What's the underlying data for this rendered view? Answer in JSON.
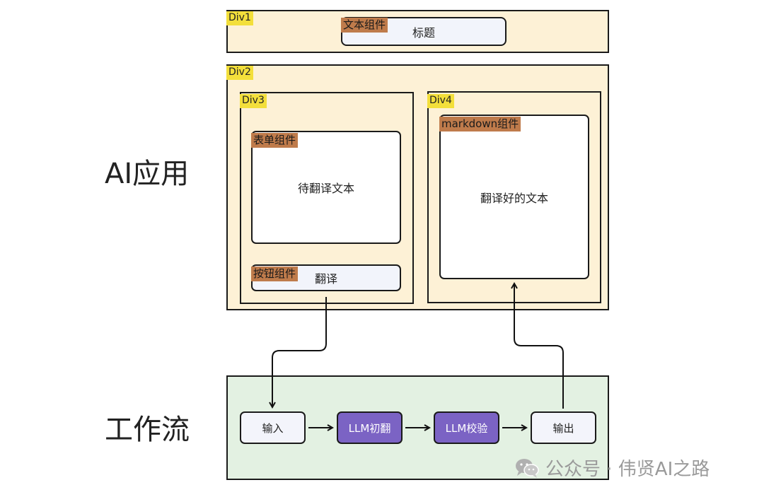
{
  "sections": {
    "app_label": "AI应用",
    "workflow_label": "工作流"
  },
  "div1": {
    "tag": "Div1",
    "text_component_tag": "文本组件",
    "title_text": "标题"
  },
  "div2": {
    "tag": "Div2"
  },
  "div3": {
    "tag": "Div3",
    "form_component_tag": "表单组件",
    "form_text": "待翻译文本",
    "button_component_tag": "按钮组件",
    "button_text": "翻译"
  },
  "div4": {
    "tag": "Div4",
    "markdown_component_tag": "markdown组件",
    "markdown_text": "翻译好的文本"
  },
  "workflow": {
    "nodes": [
      "输入",
      "LLM初翻",
      "LLM校验",
      "输出"
    ]
  },
  "watermark": "公众号 · 伟贤AI之路",
  "colors": {
    "panel_fill": "#fdf1d6",
    "workflow_fill": "#e3f1e2",
    "tag_yellow": "#f3df3b",
    "tag_brown": "#bf7b4b",
    "node_purple": "#7b63c4"
  }
}
